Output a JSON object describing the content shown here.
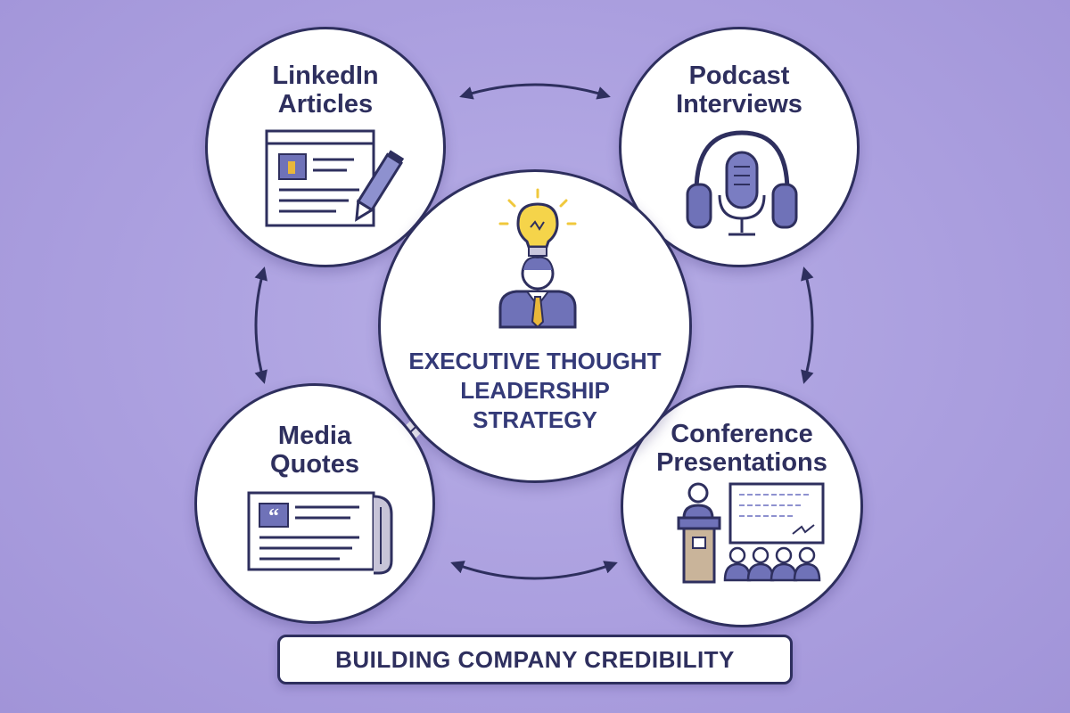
{
  "diagram": {
    "center": {
      "title_lines": [
        "EXECUTIVE THOUGHT",
        "LEADERSHIP",
        "STRATEGY"
      ],
      "icon": "executive-with-lightbulb-icon"
    },
    "nodes": [
      {
        "id": "linkedin",
        "title_lines": [
          "LinkedIn",
          "Articles"
        ],
        "icon": "article-with-pencil-icon"
      },
      {
        "id": "podcast",
        "title_lines": [
          "Podcast",
          "Interviews"
        ],
        "icon": "headphones-microphone-icon"
      },
      {
        "id": "media",
        "title_lines": [
          "Media",
          "Quotes"
        ],
        "icon": "newspaper-quote-icon"
      },
      {
        "id": "conference",
        "title_lines": [
          "Conference",
          "Presentations"
        ],
        "icon": "speaker-podium-audience-icon"
      }
    ],
    "footer": "BUILDING COMPANY CREDIBILITY"
  },
  "colors": {
    "background": "#ab9fdf",
    "outline": "#2e2f5e",
    "center_text": "#343a78",
    "accent_purple": "#6f72b8",
    "lightbulb": "#f5d44a",
    "tie": "#e9b73a",
    "podium": "#c9b49a"
  }
}
